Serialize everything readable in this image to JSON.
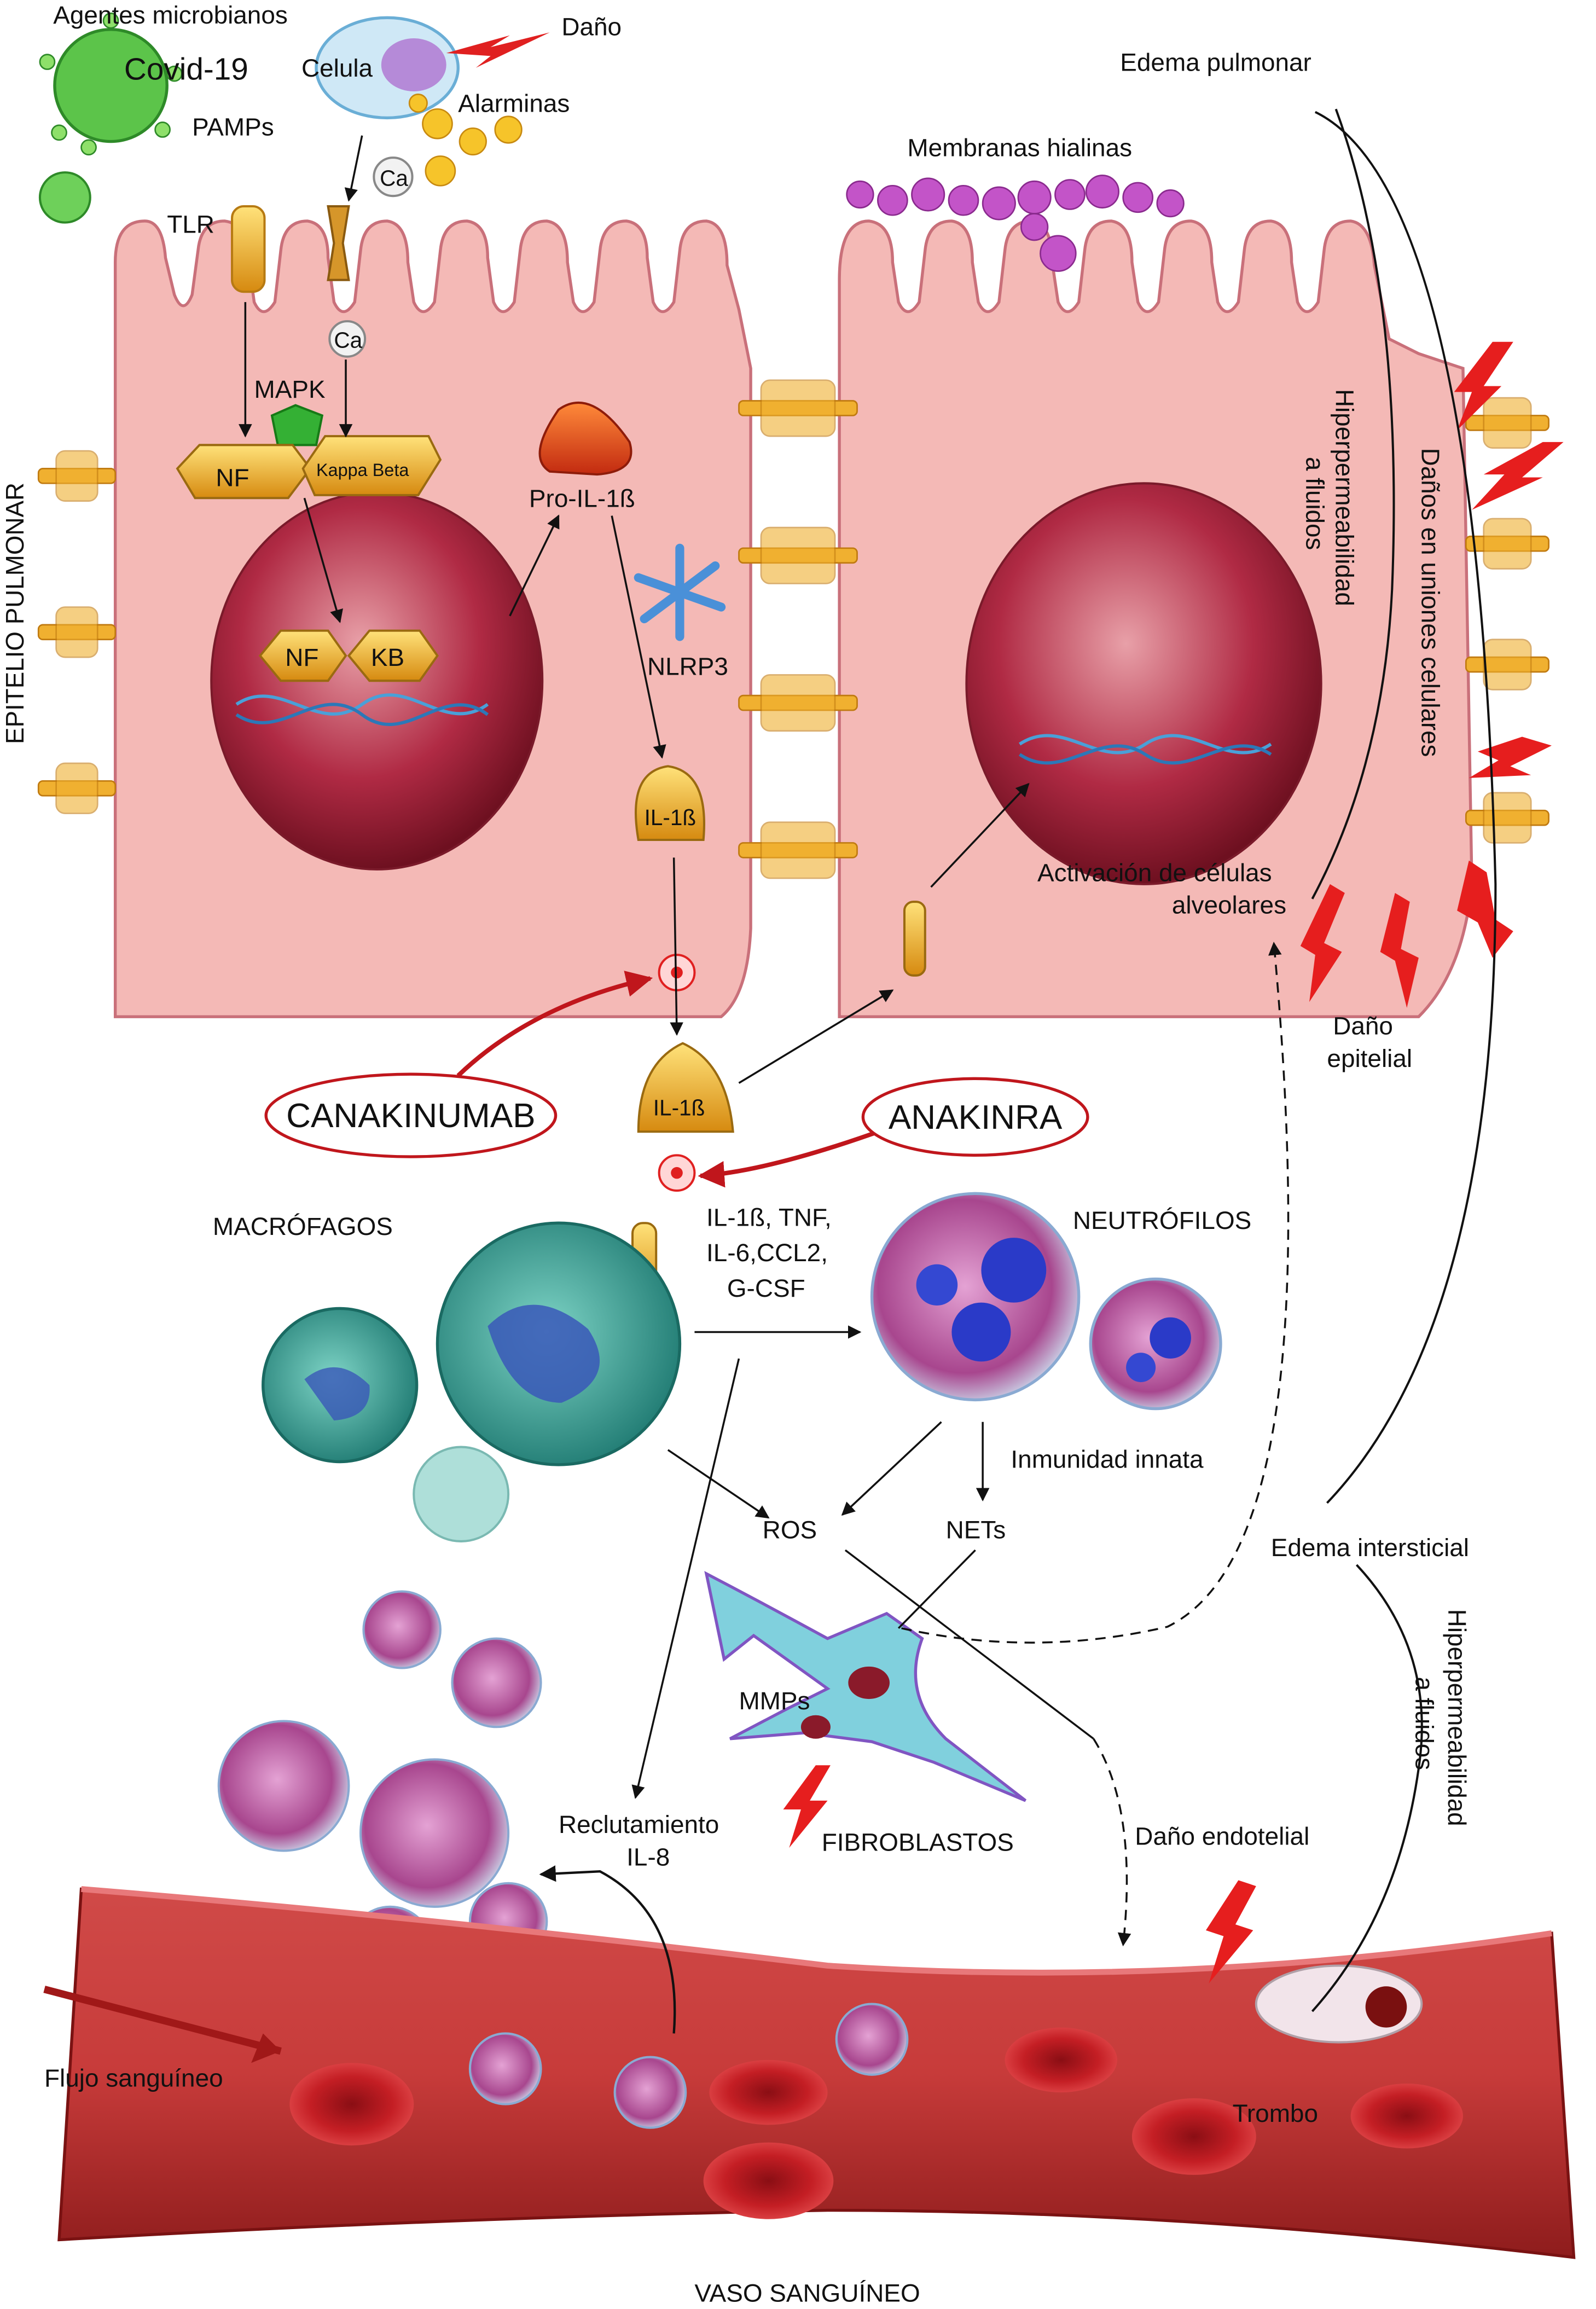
{
  "labels": {
    "agentes": "Agentes microbianos",
    "covid": "Covid-19",
    "celula": "Celula",
    "dano": "Daño",
    "alarminas": "Alarminas",
    "pamps": "PAMPs",
    "tlr": "TLR",
    "ca_top": "Ca",
    "ca_inner": "Ca",
    "mapk": "MAPK",
    "nf_top": "NF",
    "kappa_beta": "Kappa Beta",
    "nf_nucleus": "NF",
    "kb_nucleus": "KB",
    "pro_il1b": "Pro-IL-1ß",
    "nlrp3": "NLRP3",
    "il1b_cell": "IL-1ß",
    "il1b_mid": "IL-1ß",
    "epitelio": "EPITELIO  PULMONAR",
    "membranas": "Membranas hialinas",
    "edema_pulmonar": "Edema pulmonar",
    "hiperperm_1a": "Hiperpermeabilidad",
    "hiperperm_1b": "a fluidos",
    "danos_uniones": "Daños en uniones celulares",
    "activacion_1": "Activación de células",
    "activacion_2": "alveolares",
    "dano_epitelial_1": "Daño",
    "dano_epitelial_2": "epitelial",
    "canakinumab": "CANAKINUMAB",
    "anakinra": "ANAKINRA",
    "macrofagos": "MACRÓFAGOS",
    "citoquinas_1": "IL-1ß, TNF,",
    "citoquinas_2": "IL-6,CCL2,",
    "citoquinas_3": "G-CSF",
    "neutrofilos": "NEUTRÓFILOS",
    "inmunidad": "Inmunidad innata",
    "ros": "ROS",
    "nets": "NETs",
    "edema_intersticial": "Edema intersticial",
    "hiperperm_2a": "Hiperpermeabilidad",
    "hiperperm_2b": "a fluidos",
    "mmps": "MMPs",
    "fibroblastos": "FIBROBLASTOS",
    "reclutamiento_1": "Reclutamiento",
    "reclutamiento_2": "IL-8",
    "dano_endotelial": "Daño endotelial",
    "flujo": "Flujo sanguíneo",
    "trombo": "Trombo",
    "vaso": "VASO SANGUÍNEO"
  },
  "colors": {
    "cell_fill": "#f4b9b6",
    "cell_stroke": "#c9707a",
    "nucleus": "#a8203a",
    "drug_red": "#c0161c",
    "gold": "#e0a020",
    "vessel": "#b82a2a",
    "macrophage": "#3aa39a",
    "neutrophil": "#b04a9a"
  }
}
